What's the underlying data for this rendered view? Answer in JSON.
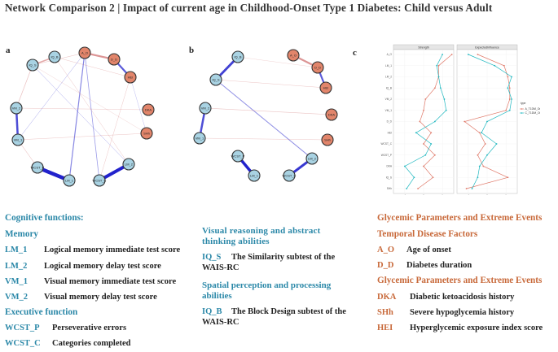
{
  "title": "Network Comparison 2   | Impact of current age in Childhood-Onset Type 1 Diabetes:  Child versus Adult",
  "panels": {
    "a": "a",
    "b": "b",
    "c": "c"
  },
  "colors": {
    "teal_node": "#a9d3e3",
    "orange_node": "#e2856b",
    "blue_edge": "#2222cc",
    "red_edge": "#d07070",
    "teal_text": "#2b88a8",
    "orange_text": "#c8693a",
    "series_a": "#e07a6a",
    "series_c": "#20b8c0"
  },
  "networks": {
    "a": {
      "nodes": [
        {
          "id": "IQ_B",
          "type": "cognitive"
        },
        {
          "id": "IQ_S",
          "type": "cognitive"
        },
        {
          "id": "A_O",
          "type": "disease"
        },
        {
          "id": "D_D",
          "type": "disease"
        },
        {
          "id": "HEI",
          "type": "disease"
        },
        {
          "id": "DKA",
          "type": "disease"
        },
        {
          "id": "SHh",
          "type": "disease"
        },
        {
          "id": "VM_2",
          "type": "cognitive"
        },
        {
          "id": "VM_1",
          "type": "cognitive"
        },
        {
          "id": "LM_2",
          "type": "cognitive"
        },
        {
          "id": "LM_1",
          "type": "cognitive"
        },
        {
          "id": "WCST_P",
          "type": "cognitive"
        },
        {
          "id": "WCST_C",
          "type": "cognitive"
        }
      ]
    },
    "b": {
      "nodes": [
        {
          "id": "IQ_B",
          "type": "cognitive"
        },
        {
          "id": "IQ_S",
          "type": "cognitive"
        },
        {
          "id": "A_O",
          "type": "disease"
        },
        {
          "id": "D_D",
          "type": "disease"
        },
        {
          "id": "HEI",
          "type": "disease"
        },
        {
          "id": "DKA",
          "type": "disease"
        },
        {
          "id": "SHh",
          "type": "disease"
        },
        {
          "id": "VM_2",
          "type": "cognitive"
        },
        {
          "id": "VM_1",
          "type": "cognitive"
        },
        {
          "id": "LM_2",
          "type": "cognitive"
        },
        {
          "id": "LM_1",
          "type": "cognitive"
        },
        {
          "id": "WCST_P",
          "type": "cognitive"
        },
        {
          "id": "WCST_C",
          "type": "cognitive"
        }
      ]
    }
  },
  "centrality_plot": {
    "facets": [
      "Strength",
      "ExpectedInfluence"
    ],
    "variables": [
      "A_O",
      "LM_1",
      "LM_2",
      "IQ_B",
      "VM_2",
      "VM_1",
      "D_D",
      "HEI",
      "WCST_C",
      "WCST_P",
      "DKA",
      "IQ_S",
      "SHh"
    ],
    "x_ticks": [
      "-1",
      "0",
      "1"
    ],
    "legend_title": "type",
    "legend_items": [
      "A_T1DM_Onset",
      "C_T1DM_Onset"
    ],
    "series": [
      {
        "name": "A_T1DM_Onset",
        "strength": [
          1.5,
          0.8,
          0.8,
          0.6,
          0.1,
          0.0,
          -0.2,
          0.4,
          0.0,
          0.6,
          0.0,
          0.5,
          -0.3
        ],
        "ei": [
          -0.5,
          0.9,
          1.1,
          1.2,
          1.2,
          1.0,
          -1.2,
          -0.4,
          -0.1,
          -0.5,
          -0.2,
          1.1,
          -1.1
        ]
      },
      {
        "name": "C_T1DM_Onset",
        "strength": [
          1.0,
          0.7,
          0.8,
          0.9,
          1.1,
          1.2,
          0.6,
          -0.4,
          0.4,
          0.1,
          -1.0,
          -0.5,
          -0.9
        ],
        "ei": [
          -1.0,
          0.4,
          1.3,
          1.1,
          1.3,
          1.2,
          0.0,
          -0.3,
          0.5,
          0.0,
          -0.4,
          -0.5,
          -0.8
        ]
      }
    ]
  },
  "legend": {
    "col1": {
      "heading": "Cognitive functions:",
      "memory": "Memory",
      "items": [
        {
          "abbr": "LM_1",
          "desc": "Logical memory immediate test score"
        },
        {
          "abbr": "LM_2",
          "desc": "Logical memory delay test score"
        },
        {
          "abbr": "VM_1",
          "desc": "Visual memory immediate test score"
        },
        {
          "abbr": "VM_2",
          "desc": "Visual memory delay test score"
        }
      ],
      "exec": "Executive function",
      "exec_items": [
        {
          "abbr": "WCST_P",
          "desc": "Perseverative errors"
        },
        {
          "abbr": "WCST_C",
          "desc": "Categories completed"
        }
      ]
    },
    "col2": {
      "visual_heading": "Visual reasoning and abstract thinking abilities",
      "iq_s_abbr": "IQ_S",
      "iq_s_desc": "The Similarity subtest of the WAIS-RC",
      "spatial_heading": "Spatial perception and processing abilities",
      "iq_b_abbr": "IQ_B",
      "iq_b_desc": "The Block Design subtest of the WAIS-RC"
    },
    "col3": {
      "heading1": "Glycemic Parameters and Extreme Events",
      "temporal": "Temporal Disease Factors",
      "items1": [
        {
          "abbr": "A_O",
          "desc": "Age of onset"
        },
        {
          "abbr": "D_D",
          "desc": "Diabetes duration"
        }
      ],
      "heading2": "Glycemic Parameters and Extreme Events",
      "items2": [
        {
          "abbr": "DKA",
          "desc": "Diabetic ketoacidosis history"
        },
        {
          "abbr": "SHh",
          "desc": "Severe hypoglycemia history"
        },
        {
          "abbr": "HEI",
          "desc": "Hyperglycemic exposure index score"
        }
      ]
    }
  }
}
